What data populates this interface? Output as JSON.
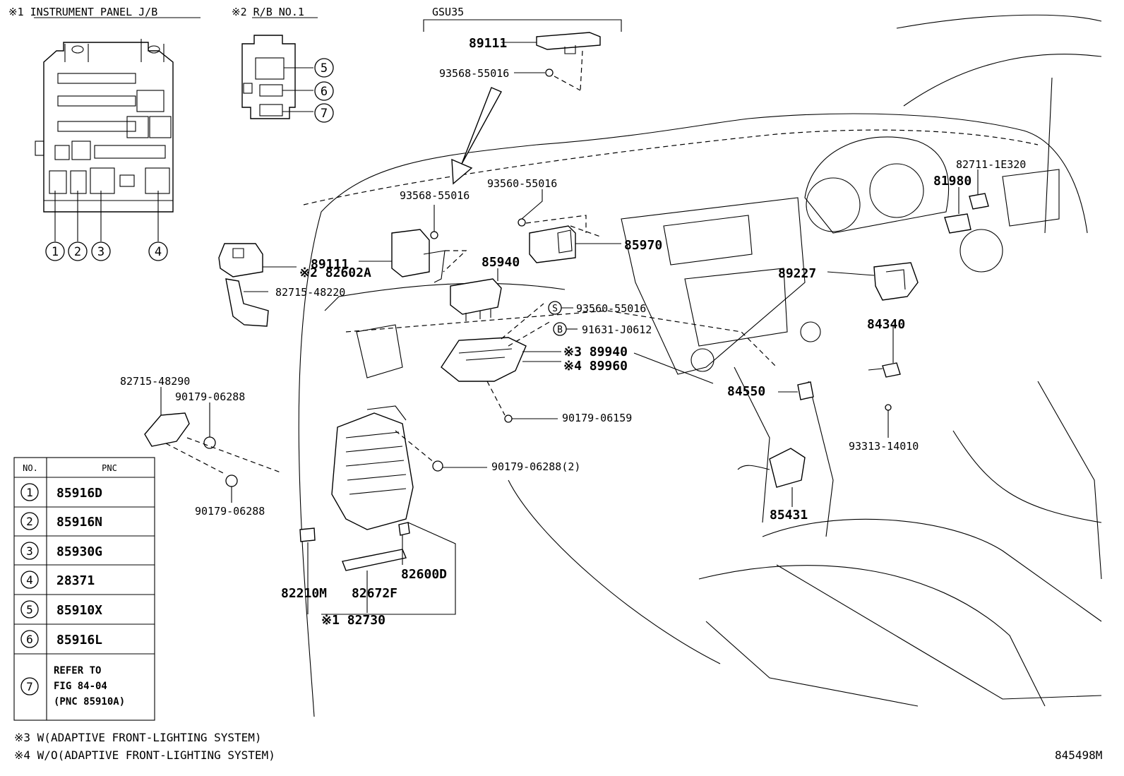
{
  "headers": {
    "jb_title": "※1 INSTRUMENT PANEL J/B",
    "rb_title": "※2 R/B NO.1",
    "gsu_title": "GSU35"
  },
  "callouts": [
    "1",
    "2",
    "3",
    "4",
    "5",
    "6",
    "7"
  ],
  "badges": {
    "s": "S",
    "b": "B"
  },
  "parts": {
    "p89111_top": "89111",
    "p93568_55016_top": "93568-55016",
    "p93568_55016": "93568-55016",
    "p93560_55016": "93560-55016",
    "p89111": "89111",
    "p82602A": "※2 82602A",
    "p82715_48220": "82715-48220",
    "p85940": "85940",
    "p85970": "85970",
    "p93560_55016_s": "93560-55016",
    "p91631_J0612": "91631-J0612",
    "p89940": "※3 89940",
    "p89960": "※4 89960",
    "p82711_1E320": "82711-1E320",
    "p81980": "81980",
    "p89227": "89227",
    "p84340": "84340",
    "p84550": "84550",
    "p93313_14010": "93313-14010",
    "p85431": "85431",
    "p82715_48290": "82715-48290",
    "p90179_06288_a": "90179-06288",
    "p90179_06288_b": "90179-06288",
    "p90179_06159": "90179-06159",
    "p90179_06288_2": "90179-06288(2)",
    "p82600D": "82600D",
    "p82210M": "82210M",
    "p82672F": "82672F",
    "p82730": "※1 82730"
  },
  "table": {
    "col_no": "NO.",
    "col_pnc": "PNC",
    "rows": [
      {
        "no": "1",
        "pnc": "85916D"
      },
      {
        "no": "2",
        "pnc": "85916N"
      },
      {
        "no": "3",
        "pnc": "85930G"
      },
      {
        "no": "4",
        "pnc": "28371"
      },
      {
        "no": "5",
        "pnc": "85910X"
      },
      {
        "no": "6",
        "pnc": "85916L"
      },
      {
        "no": "7",
        "pnc_lines": [
          "REFER TO",
          "FIG 84-04",
          "(PNC 85910A)"
        ]
      }
    ]
  },
  "notes": [
    "※3 W(ADAPTIVE FRONT-LIGHTING SYSTEM)",
    "※4 W/O(ADAPTIVE FRONT-LIGHTING SYSTEM)"
  ],
  "figure_id": "845498M"
}
